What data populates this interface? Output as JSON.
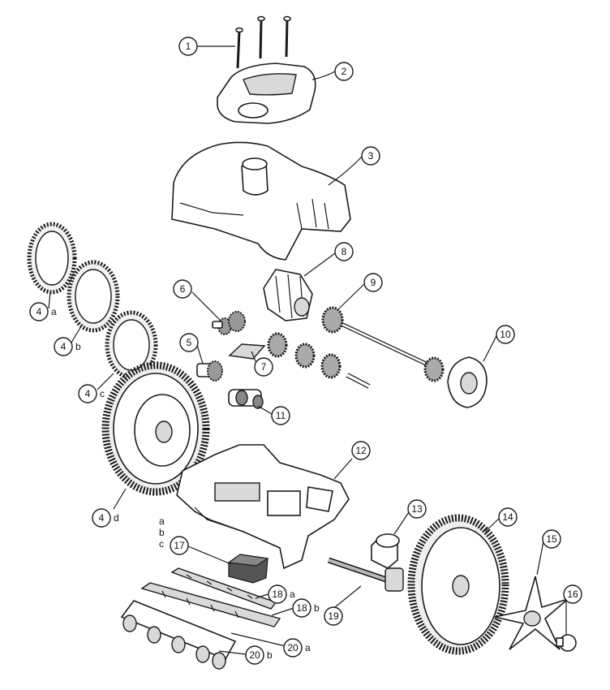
{
  "callouts": [
    {
      "id": "1",
      "label": "1",
      "suffix": ""
    },
    {
      "id": "2",
      "label": "2",
      "suffix": ""
    },
    {
      "id": "3",
      "label": "3",
      "suffix": ""
    },
    {
      "id": "4a",
      "label": "4",
      "suffix": "a"
    },
    {
      "id": "4b",
      "label": "4",
      "suffix": "b"
    },
    {
      "id": "4c",
      "label": "4",
      "suffix": "c"
    },
    {
      "id": "4d",
      "label": "4",
      "suffix": "d"
    },
    {
      "id": "5",
      "label": "5",
      "suffix": ""
    },
    {
      "id": "6",
      "label": "6",
      "suffix": ""
    },
    {
      "id": "7",
      "label": "7",
      "suffix": ""
    },
    {
      "id": "8",
      "label": "8",
      "suffix": ""
    },
    {
      "id": "9",
      "label": "9",
      "suffix": ""
    },
    {
      "id": "10",
      "label": "10",
      "suffix": ""
    },
    {
      "id": "11",
      "label": "11",
      "suffix": ""
    },
    {
      "id": "12",
      "label": "12",
      "suffix": ""
    },
    {
      "id": "13",
      "label": "13",
      "suffix": ""
    },
    {
      "id": "14",
      "label": "14",
      "suffix": ""
    },
    {
      "id": "15",
      "label": "15",
      "suffix": ""
    },
    {
      "id": "16",
      "label": "16",
      "suffix": ""
    },
    {
      "id": "17",
      "label": "17",
      "suffix": ""
    },
    {
      "id": "18a",
      "label": "18",
      "suffix": "a"
    },
    {
      "id": "18b",
      "label": "18",
      "suffix": "b"
    },
    {
      "id": "19",
      "label": "19",
      "suffix": ""
    },
    {
      "id": "20a",
      "label": "20",
      "suffix": "a"
    },
    {
      "id": "20b",
      "label": "20",
      "suffix": "b"
    }
  ],
  "variant_letters_17": [
    "a",
    "b",
    "c"
  ]
}
